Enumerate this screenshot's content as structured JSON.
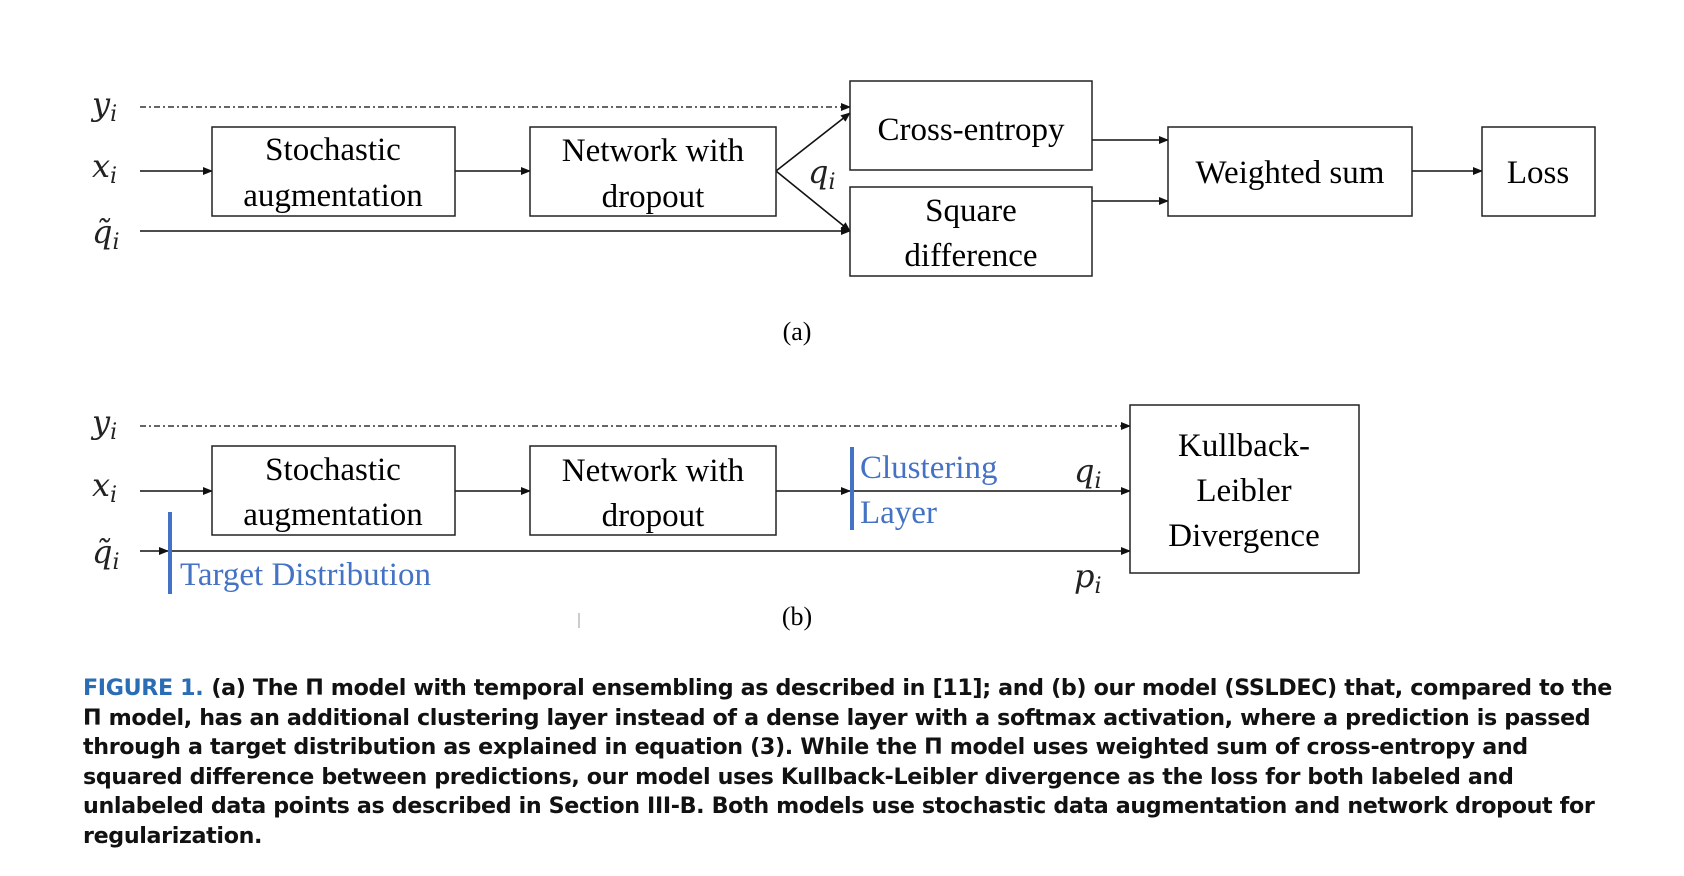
{
  "panel_a": {
    "inputs": {
      "y": "y",
      "y_sub": "i",
      "x": "x",
      "x_sub": "i",
      "q": "q̃",
      "q_sub": "i"
    },
    "stochastic": [
      "Stochastic",
      "augmentation"
    ],
    "network": [
      "Network with",
      "dropout"
    ],
    "q_label": "q",
    "q_label_sub": "i",
    "cross_entropy": "Cross-entropy",
    "square_diff": [
      "Square",
      "difference"
    ],
    "weighted_sum": "Weighted sum",
    "loss": "Loss",
    "label": "(a)"
  },
  "panel_b": {
    "inputs": {
      "y": "y",
      "y_sub": "i",
      "x": "x",
      "x_sub": "i",
      "q": "q̃",
      "q_sub": "i"
    },
    "stochastic": [
      "Stochastic",
      "augmentation"
    ],
    "network": [
      "Network with",
      "dropout"
    ],
    "clustering": [
      "Clustering",
      "Layer"
    ],
    "target": "Target Distribution",
    "q_label": "q",
    "q_label_sub": "i",
    "p_label": "p",
    "p_label_sub": "i",
    "kl": [
      "Kullback-",
      "Leibler",
      "Divergence"
    ],
    "label": "(b)"
  },
  "caption": {
    "figure_label": "FIGURE 1.",
    "text": "(a) The Π model with temporal ensembling as described in [11]; and (b) our model (SSLDEC) that, compared to the Π model, has an additional clustering layer instead of a dense layer with a softmax activation, where a prediction is passed through a target distribution as explained in equation (3). While the Π model uses weighted sum of cross-entropy and squared difference between predictions, our model uses Kullback-Leibler divergence as the loss for both labeled and unlabeled data points as described in Section III-B. Both models use stochastic data augmentation and network dropout for regularization."
  },
  "colors": {
    "accent": "#4472c4",
    "caption_label": "#2a6db5"
  }
}
